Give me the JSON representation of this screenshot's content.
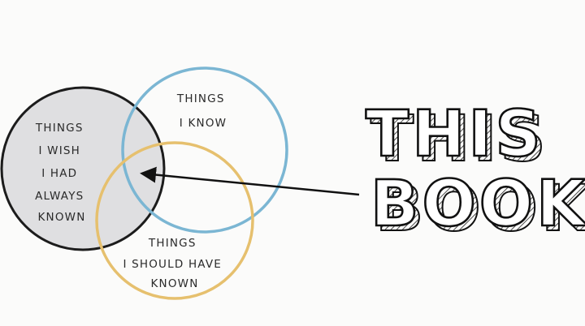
{
  "diagram": {
    "circle_wish": {
      "lines": [
        "THINGS",
        "I WISH",
        "I HAD",
        "ALWAYS",
        "KNOWN"
      ],
      "stroke": "#1c1c1c",
      "fill": "#dfdfe1"
    },
    "circle_know": {
      "lines": [
        "THINGS",
        "I KNOW"
      ],
      "stroke": "#7bb6d3",
      "fill": "none"
    },
    "circle_should": {
      "lines": [
        "THINGS",
        "I SHOULD HAVE",
        "KNOWN"
      ],
      "stroke": "#e6c06e",
      "fill": "none"
    },
    "callout": {
      "lines": [
        "THIS",
        "BOOK"
      ],
      "stroke": "#111111"
    },
    "arrow_color": "#111111"
  }
}
